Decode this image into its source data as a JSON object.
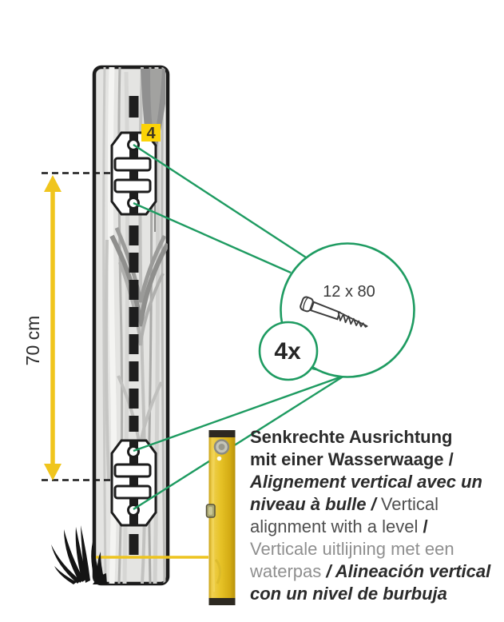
{
  "diagram": {
    "step_badge": "4",
    "dimension_label": "70 cm",
    "screw_size_label": "12 x 80",
    "screw_quantity_label": "4x"
  },
  "caption": {
    "lines": [
      {
        "segs": [
          {
            "text": "Senkrechte Ausrichtung",
            "lang": "de"
          }
        ]
      },
      {
        "segs": [
          {
            "text": "mit einer Wasserwaage /",
            "lang": "de"
          }
        ]
      },
      {
        "segs": [
          {
            "text": "Alignement vertical avec un",
            "lang": "fr"
          }
        ]
      },
      {
        "segs": [
          {
            "text": "niveau à bulle /",
            "lang": "fr"
          },
          {
            "text": " Vertical",
            "lang": "en"
          }
        ]
      },
      {
        "segs": [
          {
            "text": "alignment with a level ",
            "lang": "en"
          },
          {
            "text": "/",
            "lang": "sep"
          }
        ]
      },
      {
        "segs": [
          {
            "text": "Verticale uitlijning met een",
            "lang": "nl"
          }
        ]
      },
      {
        "segs": [
          {
            "text": "waterpas ",
            "lang": "nl"
          },
          {
            "text": "/ Alineación vertical",
            "lang": "es"
          }
        ]
      },
      {
        "segs": [
          {
            "text": "con un nivel de burbuja",
            "lang": "es"
          }
        ]
      }
    ]
  },
  "colors": {
    "callout_green": "#1e9b61",
    "dimension_yellow": "#f0c51d",
    "badge_yellow": "#fcd307",
    "level_yellow": "#e6c226",
    "outline_black": "#1c1c1c",
    "wood_light_gray": "#e4e4e2",
    "wood_dark_gray": "#909090"
  }
}
